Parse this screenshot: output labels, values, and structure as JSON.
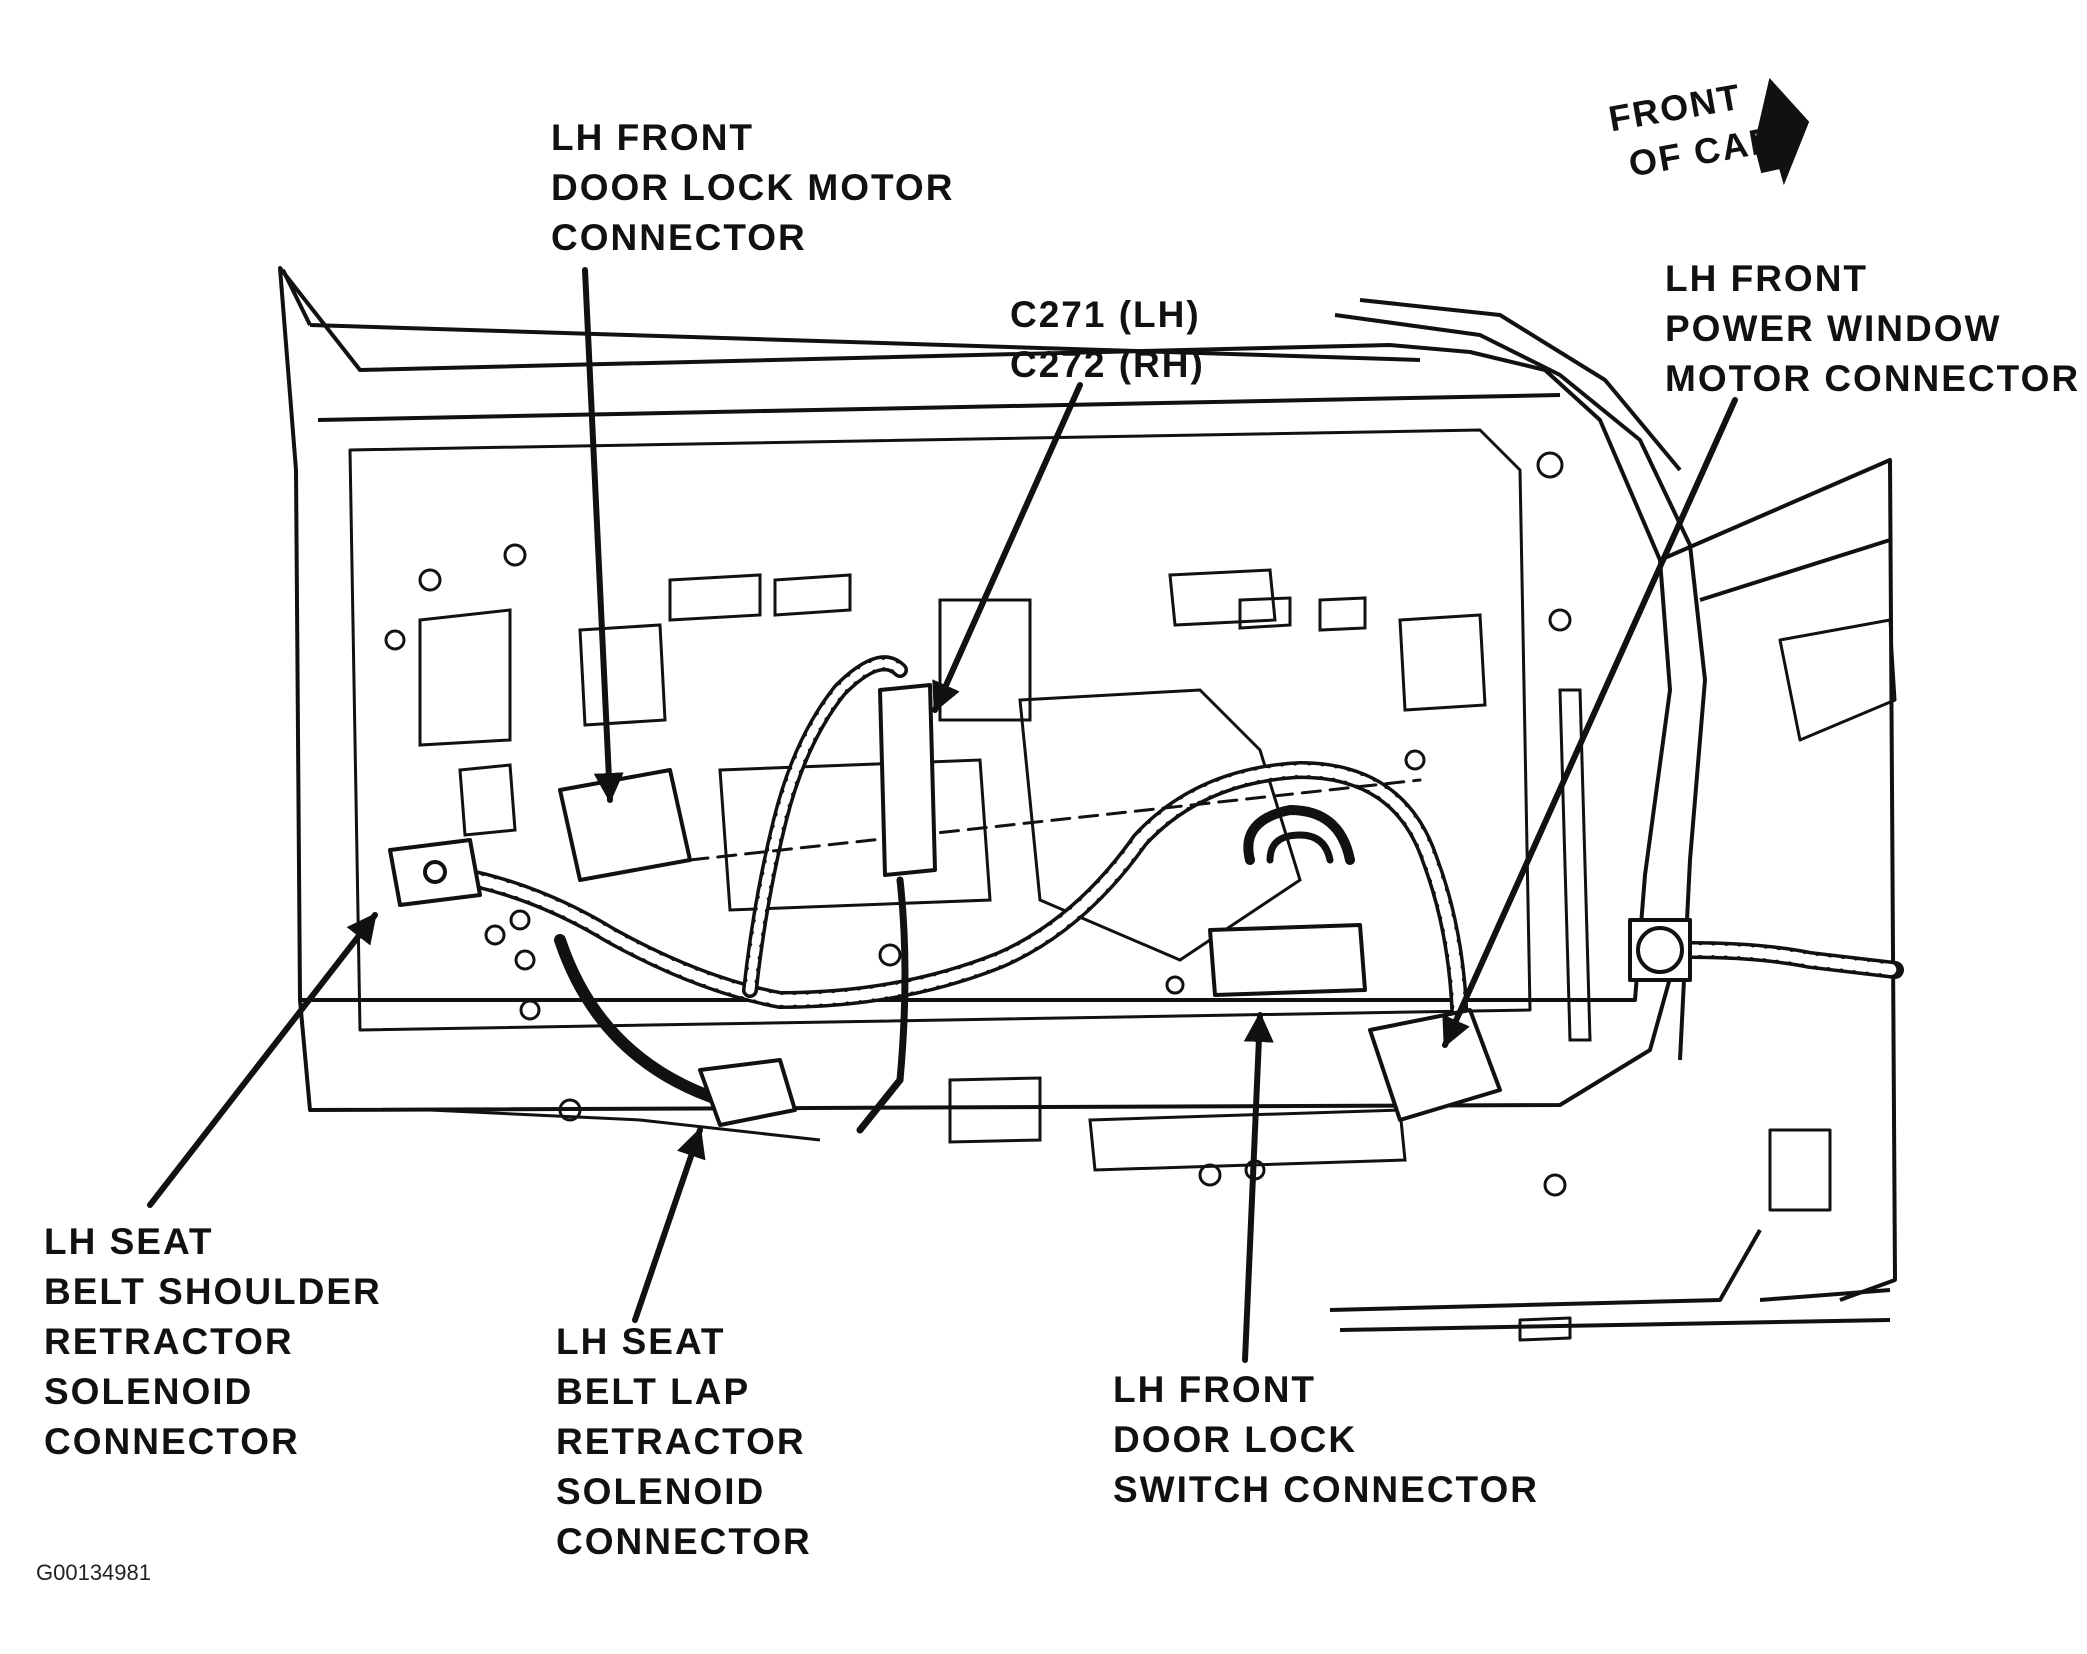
{
  "colors": {
    "ink": "#111111",
    "background": "#ffffff"
  },
  "front_indicator": {
    "lines": [
      "FRONT",
      "OF CAR"
    ],
    "icon": "arrow-right-icon"
  },
  "labels": {
    "lock_motor": [
      "LH FRONT",
      "DOOR LOCK MOTOR",
      "CONNECTOR"
    ],
    "c271": [
      "C271 (LH)",
      "C272 (RH)"
    ],
    "window_motor": [
      "LH FRONT",
      "POWER WINDOW",
      "MOTOR CONNECTOR"
    ],
    "shoulder": [
      "LH SEAT",
      "BELT SHOULDER",
      "RETRACTOR",
      "SOLENOID",
      "CONNECTOR"
    ],
    "lap": [
      "LH SEAT",
      "BELT LAP",
      "RETRACTOR",
      "SOLENOID",
      "CONNECTOR"
    ],
    "lock_switch": [
      "LH FRONT",
      "DOOR LOCK",
      "SWITCH CONNECTOR"
    ]
  },
  "figure_id": "G00134981"
}
